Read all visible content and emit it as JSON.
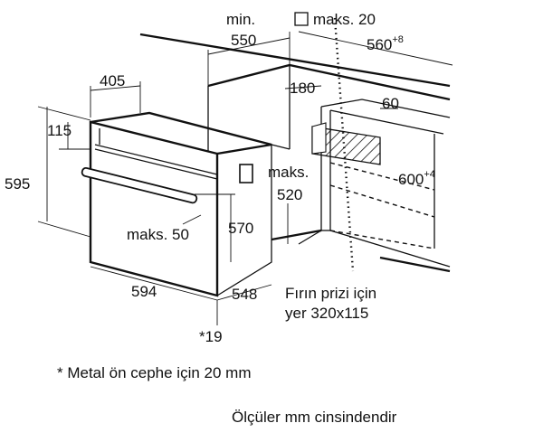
{
  "dimensions": {
    "d_405": "405",
    "d_115": "115",
    "d_595": "595",
    "d_594": "594",
    "d_548": "548",
    "d_570": "570",
    "d_19": "*19",
    "d_min_label": "min.",
    "d_550": "550",
    "d_maks20": "maks. 20",
    "d_560": "560",
    "d_560_sup": "+8",
    "d_180": "180",
    "d_60": "60",
    "d_600": "600",
    "d_600_sup": "+4",
    "d_maks_label": "maks.",
    "d_520": "520",
    "d_maks50": "maks. 50",
    "socket_line1": "Fırın prizi için",
    "socket_line2": "yer 320x115"
  },
  "notes": {
    "footnote": "* Metal ön cephe için 20 mm",
    "units": "Ölçüler mm cinsindendir"
  }
}
